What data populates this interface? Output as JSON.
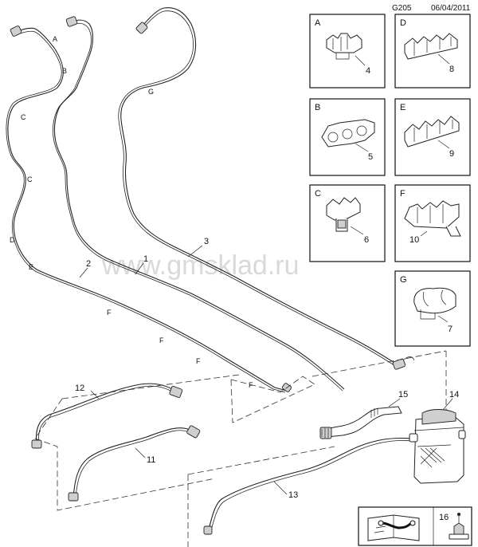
{
  "header": {
    "code": "G205",
    "date": "06/04/2011"
  },
  "watermark": "www.gmsklad.ru",
  "pipe_labels": {
    "A": "A",
    "B": "B",
    "C1": "C",
    "C2": "C",
    "D": "D",
    "E": "E",
    "F1": "F",
    "F2": "F",
    "F3": "F",
    "F4": "F",
    "G": "G"
  },
  "callouts": {
    "n1": "1",
    "n2": "2",
    "n3": "3",
    "n11": "11",
    "n12": "12",
    "n13": "13",
    "n14": "14",
    "n15": "15",
    "n16": "16"
  },
  "clip_boxes": [
    {
      "letter": "A",
      "number": "4"
    },
    {
      "letter": "D",
      "number": "8"
    },
    {
      "letter": "B",
      "number": "5"
    },
    {
      "letter": "E",
      "number": "9"
    },
    {
      "letter": "C",
      "number": "6"
    },
    {
      "letter": "F",
      "number": "10"
    },
    {
      "letter": "G",
      "number": "7"
    }
  ],
  "legend": {
    "number": "16"
  }
}
